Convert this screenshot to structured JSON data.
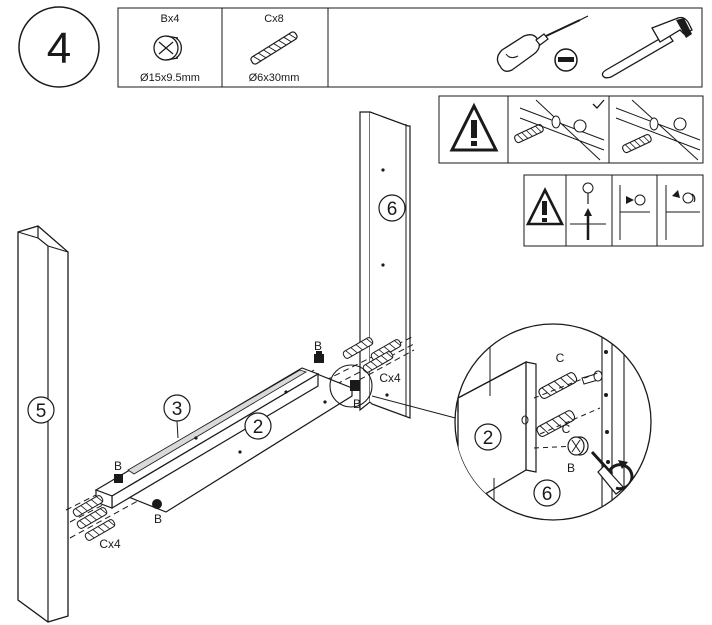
{
  "step": {
    "number": "4"
  },
  "hardware_box": {
    "items": [
      {
        "code": "Bx4",
        "size": "Ø15x9.5mm",
        "icon": "cam-lock-icon"
      },
      {
        "code": "Cx8",
        "size": "Ø6x30mm",
        "icon": "wooden-dowel-icon"
      }
    ],
    "tools": [
      {
        "icon": "screwdriver-icon",
        "note": "minus-sign-icon"
      },
      {
        "icon": "hammer-icon"
      }
    ]
  },
  "warnings": {
    "box1": {
      "icons": [
        "warning-triangle-icon",
        "dowel-icon",
        "correct-check-icon"
      ]
    },
    "box2": {
      "icons": [
        "warning-triangle-icon",
        "cam-lock-steps-icon"
      ]
    }
  },
  "parts": {
    "left_panel": "5",
    "right_panel": "6",
    "rail_front": "3",
    "rail_back": "2"
  },
  "callouts": {
    "b_top": "B",
    "b_left_top": "B",
    "b_left_bottom": "B",
    "b_circle": "B",
    "cx4_right": "Cx4",
    "cx4_left": "Cx4"
  },
  "detail": {
    "part_back": "2",
    "part_side": "6",
    "c_top": "C",
    "c_bottom": "C",
    "b_label": "B"
  },
  "colors": {
    "line": "#1a1a1a",
    "fill": "#ffffff",
    "shade": "#d9d9d9"
  }
}
